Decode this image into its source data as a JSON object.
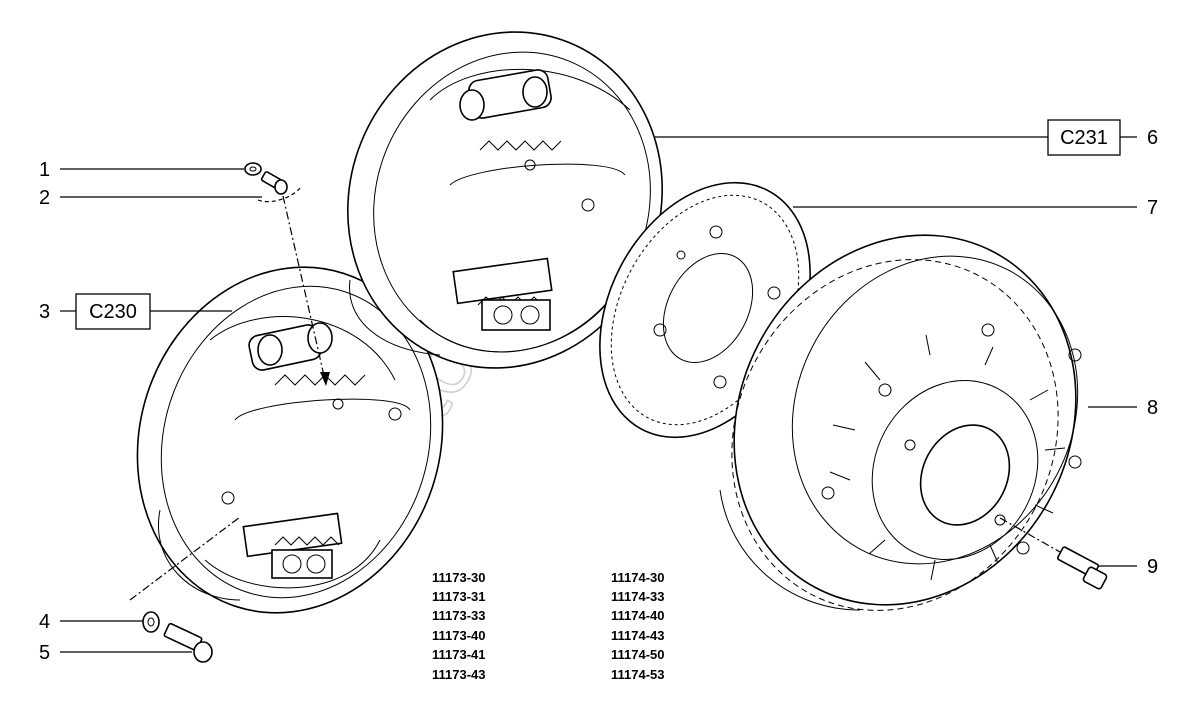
{
  "callouts": {
    "c1": "1",
    "c2": "2",
    "c3": "3",
    "c4": "4",
    "c5": "5",
    "c6": "6",
    "c7": "7",
    "c8": "8",
    "c9": "9"
  },
  "boxed_refs": {
    "left_assembly": "C230",
    "right_assembly": "C231"
  },
  "applicability_codes": {
    "col1": [
      "11173-30",
      "11173-31",
      "11173-33",
      "11173-40",
      "11173-41",
      "11173-43"
    ],
    "col2": [
      "11174-30",
      "11174-33",
      "11174-40",
      "11174-43",
      "11174-50",
      "11174-53"
    ]
  },
  "watermark": "AutoSoft"
}
